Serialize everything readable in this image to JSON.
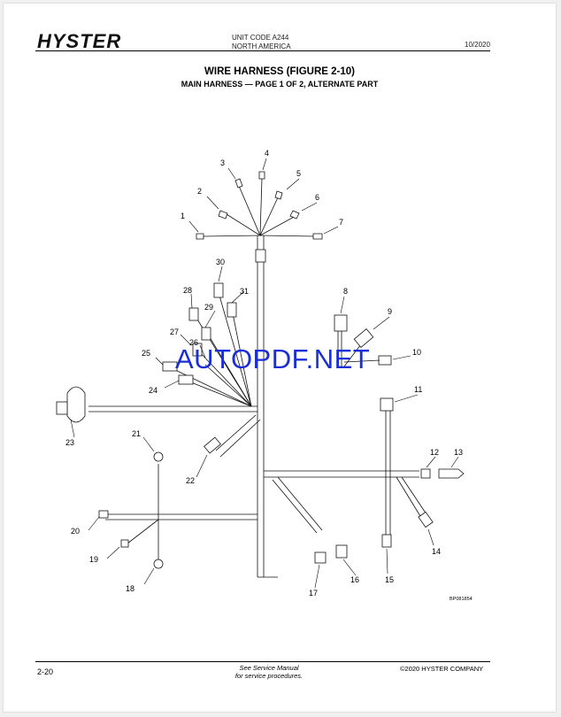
{
  "header": {
    "logo": "HYSTER",
    "unit_code": "UNIT CODE A244",
    "region": "NORTH AMERICA",
    "date": "10/2020"
  },
  "title": "WIRE HARNESS (FIGURE 2-10)",
  "subtitle": "MAIN HARNESS — PAGE 1 OF 2, ALTERNATE PART",
  "callouts": [
    "1",
    "2",
    "3",
    "4",
    "5",
    "6",
    "7",
    "8",
    "9",
    "10",
    "11",
    "12",
    "13",
    "14",
    "15",
    "16",
    "17",
    "18",
    "19",
    "20",
    "21",
    "22",
    "23",
    "24",
    "25",
    "26",
    "27",
    "28",
    "29",
    "30",
    "31"
  ],
  "watermark": "AUTOPDF.NET",
  "part_number": "BP081854",
  "footer": {
    "page": "2-20",
    "note_line1": "See Service Manual",
    "note_line2": "for service procedures.",
    "copyright": "©2020 HYSTER COMPANY"
  }
}
